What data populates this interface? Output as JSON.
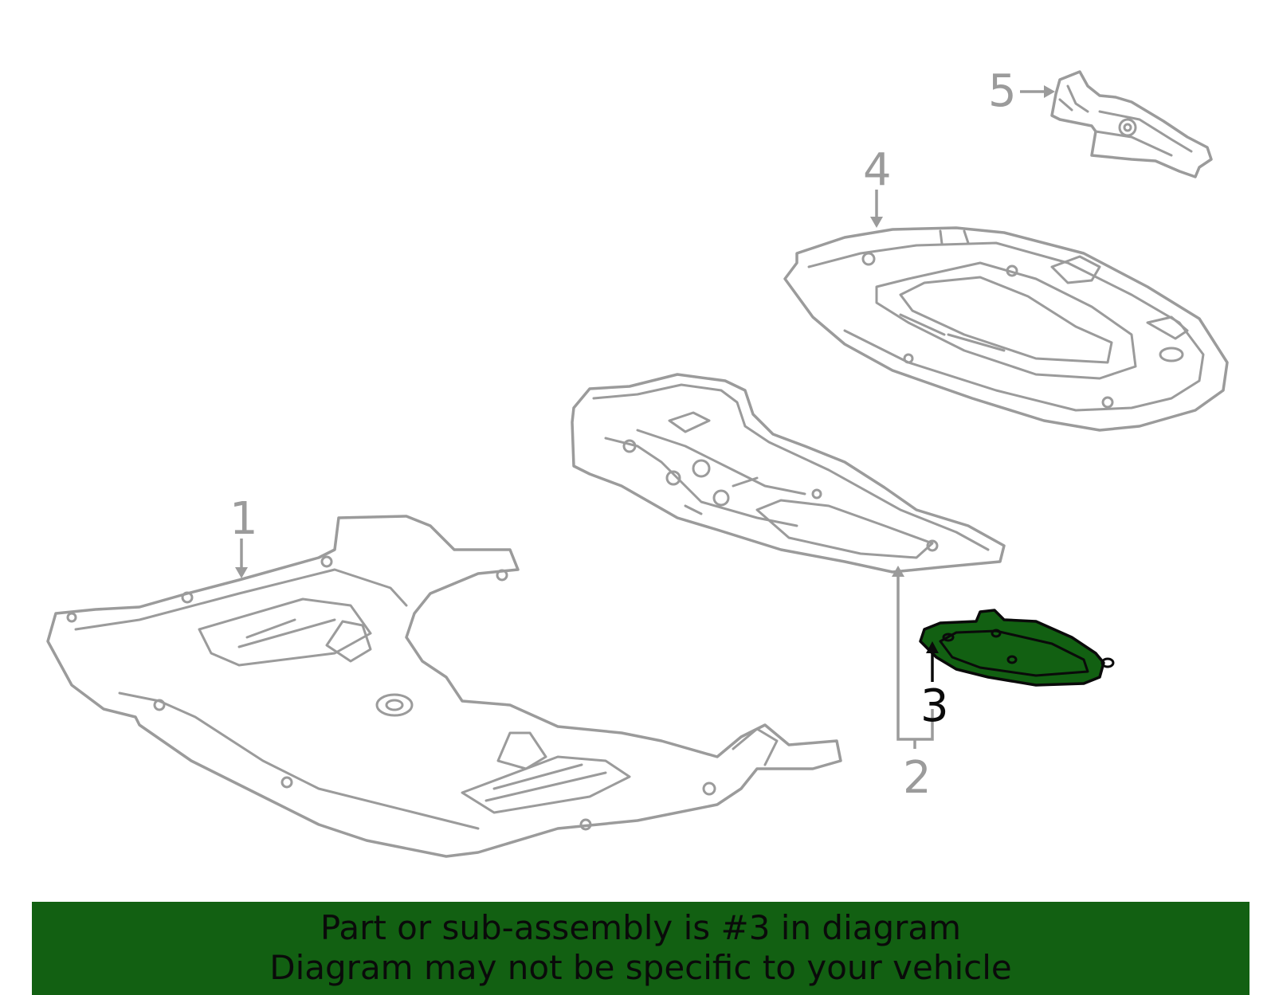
{
  "callouts": {
    "c1": "1",
    "c2": "2",
    "c3": "3",
    "c4": "4",
    "c5": "5"
  },
  "highlighted_part": "3",
  "colors": {
    "highlight_fill": "#126012",
    "outline": "#9b9b9b",
    "highlight_outline": "#0a0a0a",
    "banner_background": "#126012"
  },
  "banner": {
    "line1": "Part or sub-assembly is #3 in diagram",
    "line2": "Diagram may not be specific to your vehicle"
  }
}
